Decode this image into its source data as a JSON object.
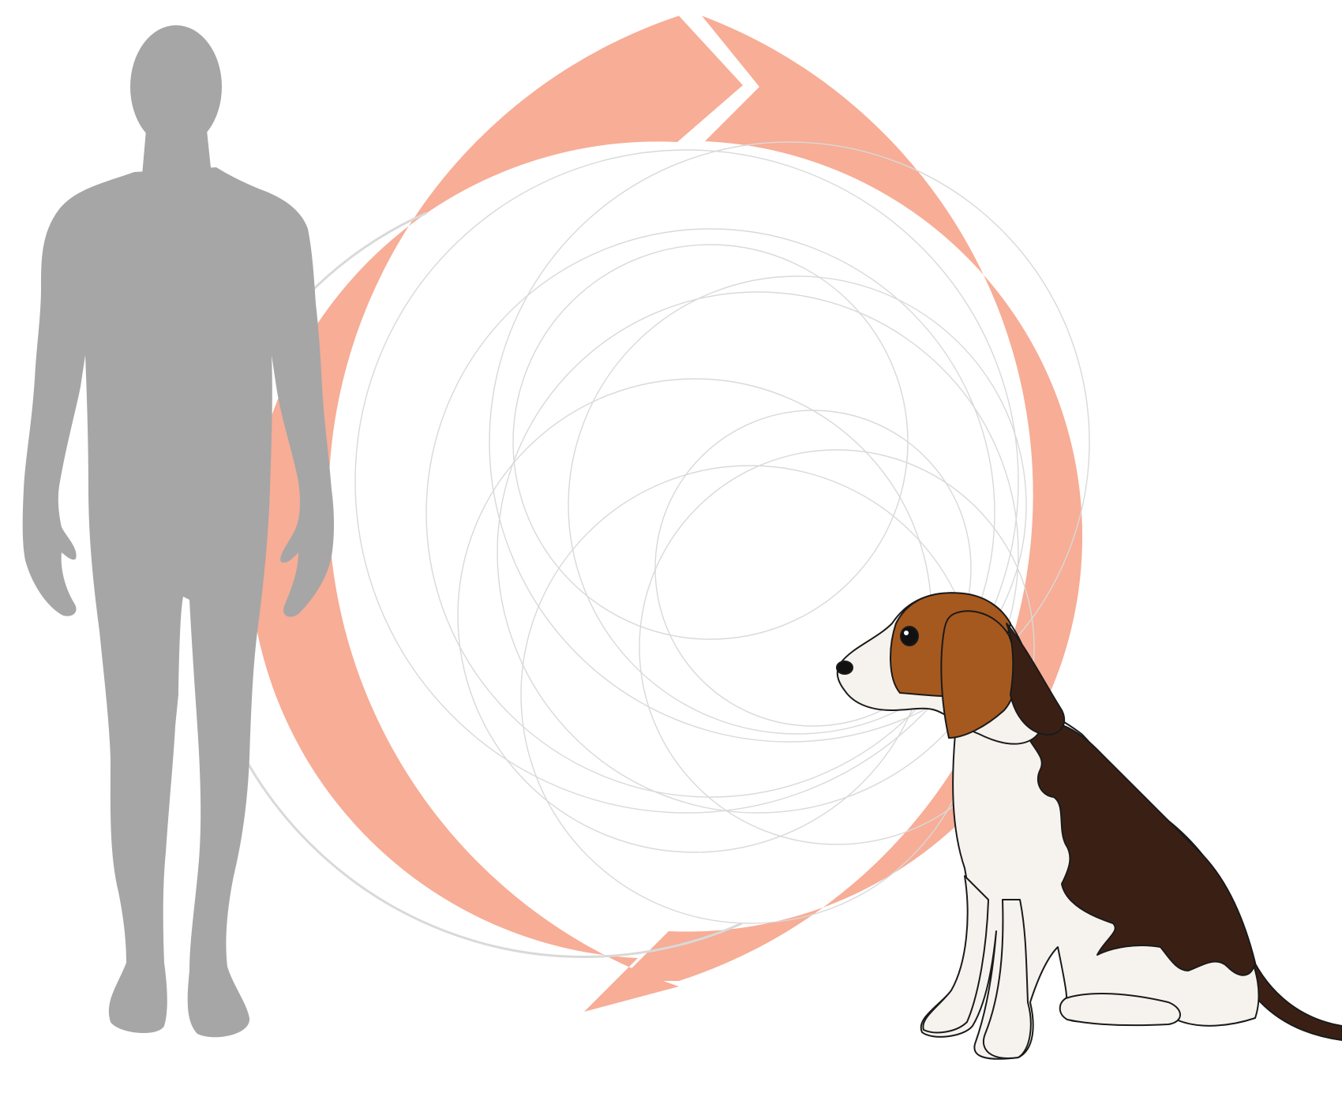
{
  "diagram": {
    "kind": "cycle-illustration",
    "cycle_arrows": 2,
    "left_figure": "human-silhouette",
    "right_figure": "beagle-dog",
    "colors": {
      "cycle_ring": "#f7ad96",
      "human_silhouette": "#a6a6a6",
      "swirl_lines": "#d9d9d9",
      "dog_brown": "#a6591f",
      "dog_dark": "#3a2014",
      "dog_white": "#f6f3ee",
      "background": "#ffffff"
    }
  }
}
